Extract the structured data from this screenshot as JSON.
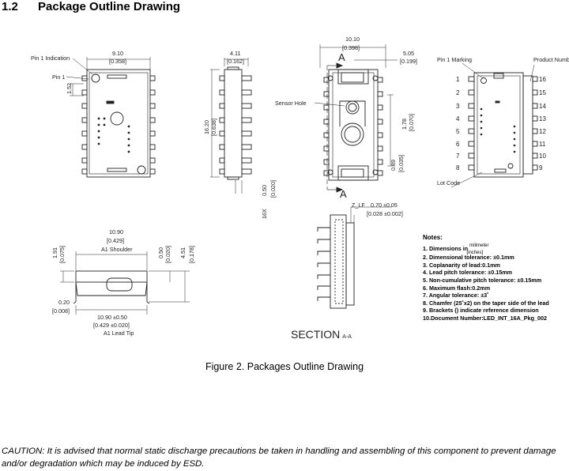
{
  "section": {
    "number": "1.2",
    "title": "Package Outline Drawing"
  },
  "figure_caption": "Figure 2. Packages Outline Drawing",
  "caution": "CAUTION: It is advised that normal static discharge precautions be taken in handling and assembling of this component to prevent damage and/or degradation which may be induced by ESD.",
  "views": {
    "top": {
      "width_mm": "9.10",
      "width_in": "[0.358]",
      "pin1_indication": "Pin 1 Indication",
      "pin1": "Pin 1",
      "offset": "1.52"
    },
    "side": {
      "width_mm": "4.11",
      "width_in": "[0.162]",
      "height_mm": "16.20",
      "height_in": "[0.638]",
      "lead_mm": "0.50",
      "lead_in": "[0.020]",
      "lead_count": "16X"
    },
    "section_view": {
      "width_mm": "10.10",
      "width_in": "[0.398]",
      "right_mm": "5.05",
      "right_in": "[0.199]",
      "label_a": "A",
      "sensor_hole": "Sensor Hole",
      "d1_mm": "1.78",
      "d1_in": "[0.070]",
      "d2_mm": "0.89",
      "d2_in": "[0.035]"
    },
    "marking": {
      "pin1_marking": "Pin 1 Marking",
      "product_number": "Product Number",
      "lot_code": "Lot Code",
      "left_pins": [
        "1",
        "2",
        "3",
        "4",
        "5",
        "6",
        "7",
        "8"
      ],
      "right_pins": [
        "16",
        "15",
        "14",
        "13",
        "12",
        "11",
        "10",
        "9"
      ]
    },
    "end": {
      "width_mm": "10.90",
      "width_in": "[0.429]",
      "shoulder": "A1 Shoulder",
      "h1_mm": "1.91",
      "h1_in": "[0.075]",
      "h2_mm": "0.50",
      "h2_in": "[0.020]",
      "h3_mm": "4.51",
      "h3_in": "[0.178]",
      "foot_mm": "0.20",
      "foot_in": "[0.008]",
      "tip_mm": "10.90 ±0.50",
      "tip_in": "[0.429 ±0.020]",
      "tip_label": "A1 Lead Tip"
    },
    "section_aa": {
      "z_lf": "Z_LF",
      "dim_mm": "0.70 ±0.05",
      "dim_in": "[0.028 ±0.002]",
      "label": "SECTION",
      "suffix": "A-A"
    }
  },
  "notes": {
    "title": "Notes:",
    "unit_top": "milimeter",
    "unit_bottom": "[inches]",
    "items": [
      "1. Dimensions in",
      "2. Dimensional tolerance: ±0.1mm",
      "3. Coplanarity of lead:0.1mm",
      "4. Lead pitch tolerance: ±0.15mm",
      "5. Non-cumulative pitch tolerance: ±0.15mm",
      "6. Maximum flash:0.2mm",
      "7. Angular tolerance: ±3˚",
      "8. Chamfer (25˚x2) on the taper side of the lead",
      "9. Brackets () indicate reference dimension",
      "10.Document Number:LED_INT_16A_Pkg_002"
    ]
  }
}
